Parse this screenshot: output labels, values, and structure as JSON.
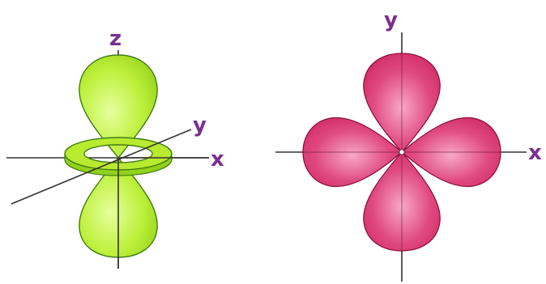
{
  "dz2_orbital": {
    "axes": {
      "z_label": "z",
      "y_label": "y",
      "x_label": "x"
    }
  },
  "dxy_orbital": {
    "axes": {
      "y_label": "y",
      "x_label": "x"
    }
  },
  "colors": {
    "dz2_fill": "#a8e21e",
    "dz2_light": "#e6ff9e",
    "dz2_stroke": "#3f7d12",
    "dxy_fill": "#d6245e",
    "dxy_light": "#f7a9c6",
    "dxy_stroke": "#8a0f3b",
    "axis": "#333333",
    "label": "#7a2f8f"
  }
}
